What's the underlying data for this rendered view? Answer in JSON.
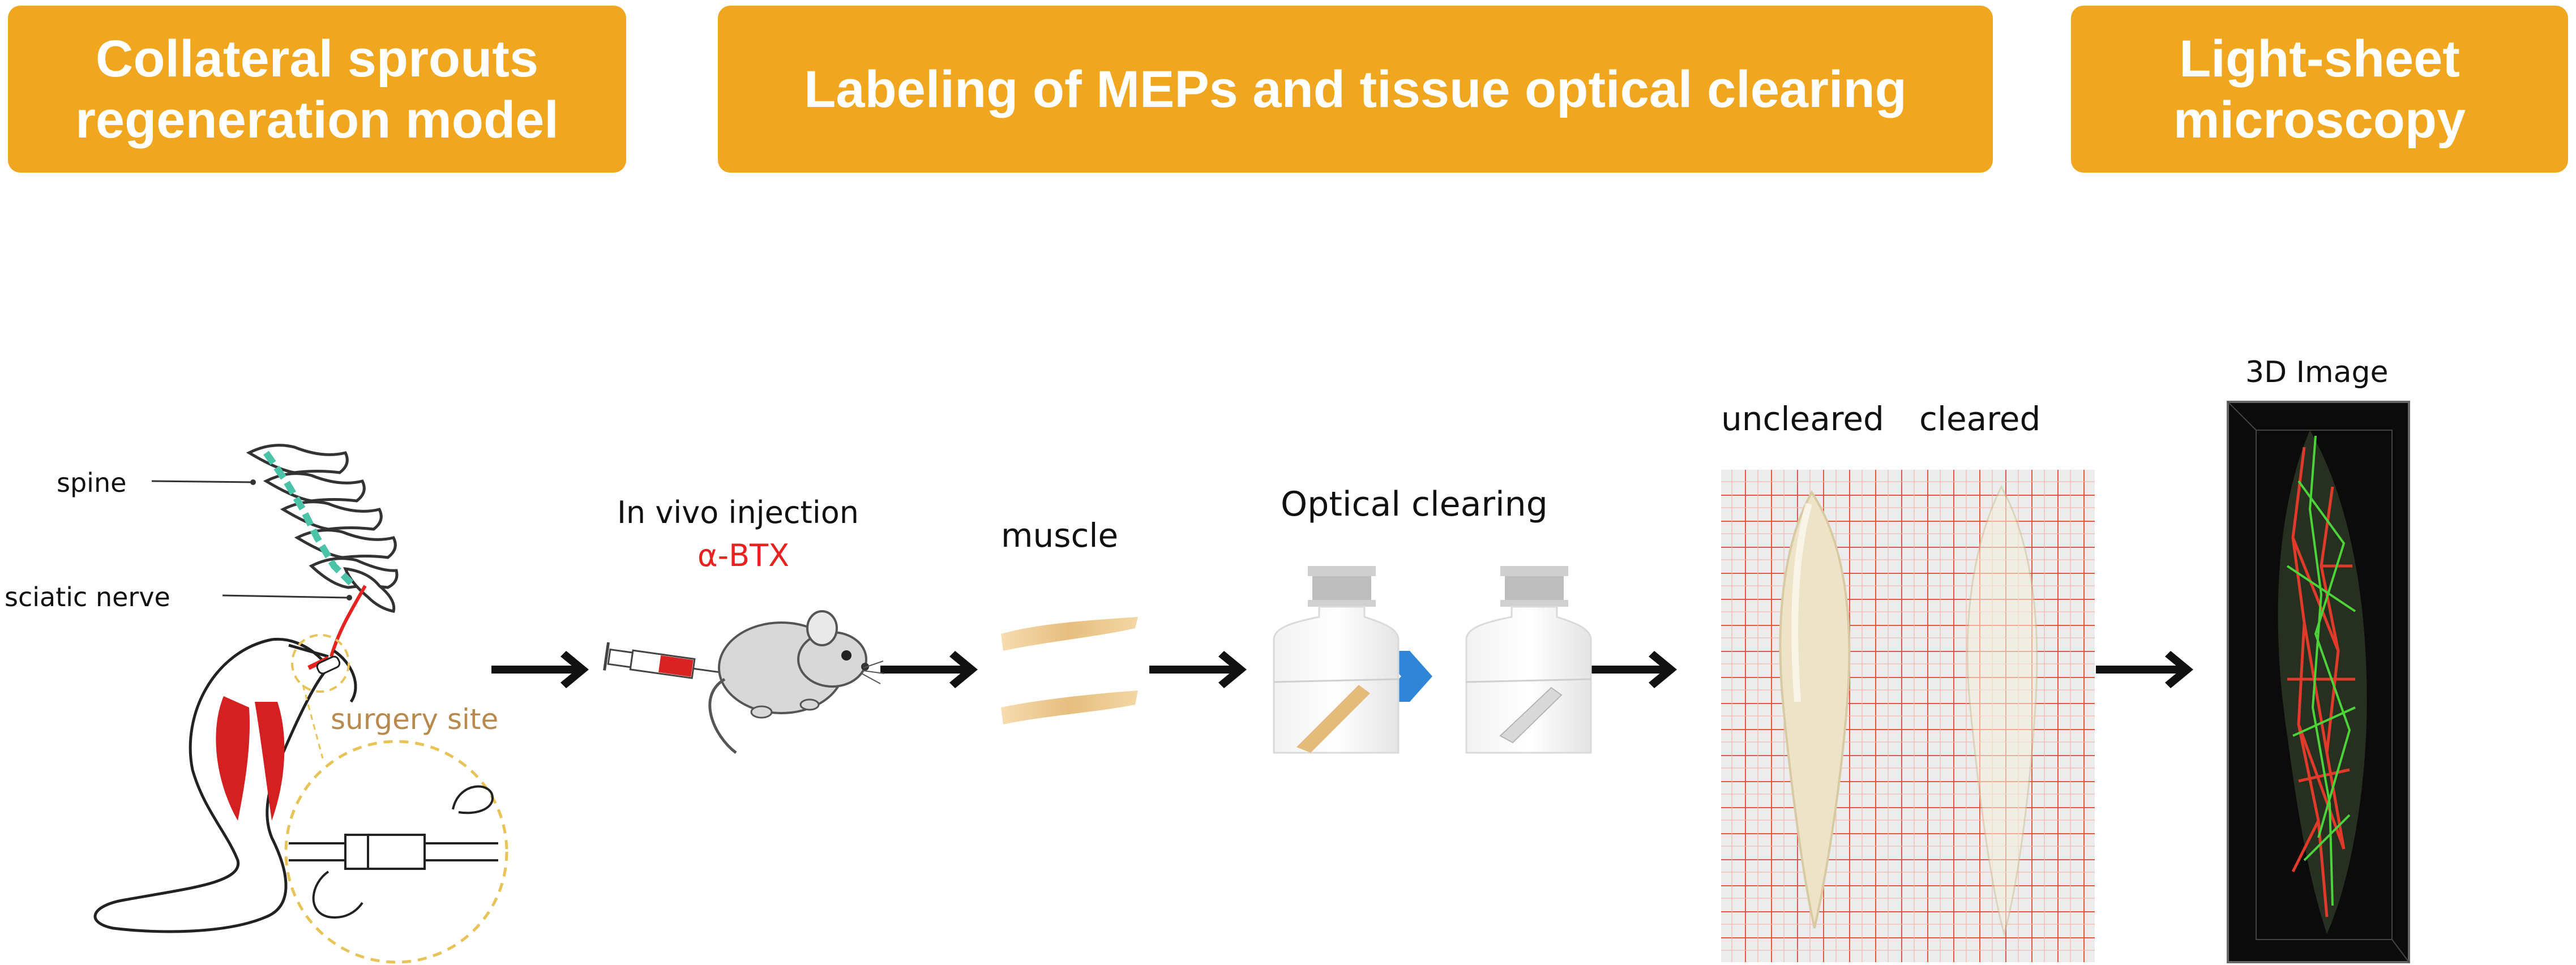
{
  "headers": {
    "model": "Collateral sprouts regeneration model",
    "labeling": "Labeling of MEPs and tissue optical clearing",
    "microscopy": "Light-sheet microscopy"
  },
  "labels": {
    "spine": "spine",
    "sciatic_nerve": "sciatic nerve",
    "surgery_site": "surgery site",
    "injection": "In vivo injection",
    "drug": "α-BTX",
    "muscle": "muscle",
    "optical_clearing": "Optical clearing",
    "uncleared": "uncleared",
    "cleared": "cleared",
    "image_3d": "3D Image"
  },
  "colors": {
    "header": "#F0A71F",
    "nerve": "#E8231F",
    "drug_text": "#E8231F",
    "surgery_text": "#B88A4E",
    "blue_arrow": "#2F86D6",
    "muscle": "#E9C68C"
  }
}
